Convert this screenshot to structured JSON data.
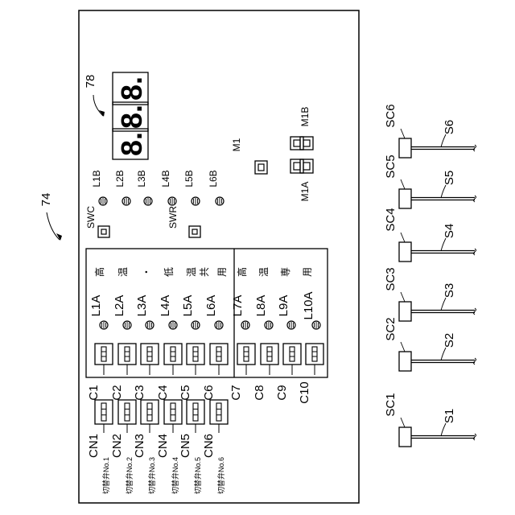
{
  "figure": {
    "device_ref": "74",
    "display_ref": "78",
    "display_digits": [
      "8.",
      "8.",
      "8."
    ],
    "pilot_lamps_b": [
      "L1B",
      "L2B",
      "L3B",
      "L4B",
      "L5B",
      "L6B"
    ],
    "switches": {
      "swc": "SWC",
      "swr": "SWR"
    },
    "motors": {
      "m1": "M1",
      "m1a": "M1A",
      "m1b": "M1B"
    },
    "panel_chars": [
      "高",
      "温",
      "・",
      "低",
      "温",
      "共",
      "用",
      "高",
      "温",
      "専",
      "用"
    ],
    "lamps_a": [
      "L1A",
      "L2A",
      "L3A",
      "L4A",
      "L5A",
      "L6A",
      "L7A",
      "L8A",
      "L9A",
      "L10A"
    ],
    "connectors_c": [
      "C1",
      "C2",
      "C3",
      "C4",
      "C5",
      "C6",
      "C7",
      "C8",
      "C9",
      "C10"
    ],
    "connectors_cn": [
      "CN1",
      "CN2",
      "CN3",
      "CN4",
      "CN5",
      "CN6"
    ],
    "valve_labels": [
      "切替弁No.1",
      "切替弁No.2",
      "切替弁No.3",
      "切替弁No.4",
      "切替弁No.5",
      "切替弁No.6"
    ],
    "sensors": [
      {
        "sc": "SC1",
        "s": "S1"
      },
      {
        "sc": "SC2",
        "s": "S2"
      },
      {
        "sc": "SC3",
        "s": "S3"
      },
      {
        "sc": "SC4",
        "s": "S4"
      },
      {
        "sc": "SC5",
        "s": "S5"
      },
      {
        "sc": "SC6",
        "s": "S6"
      }
    ]
  }
}
